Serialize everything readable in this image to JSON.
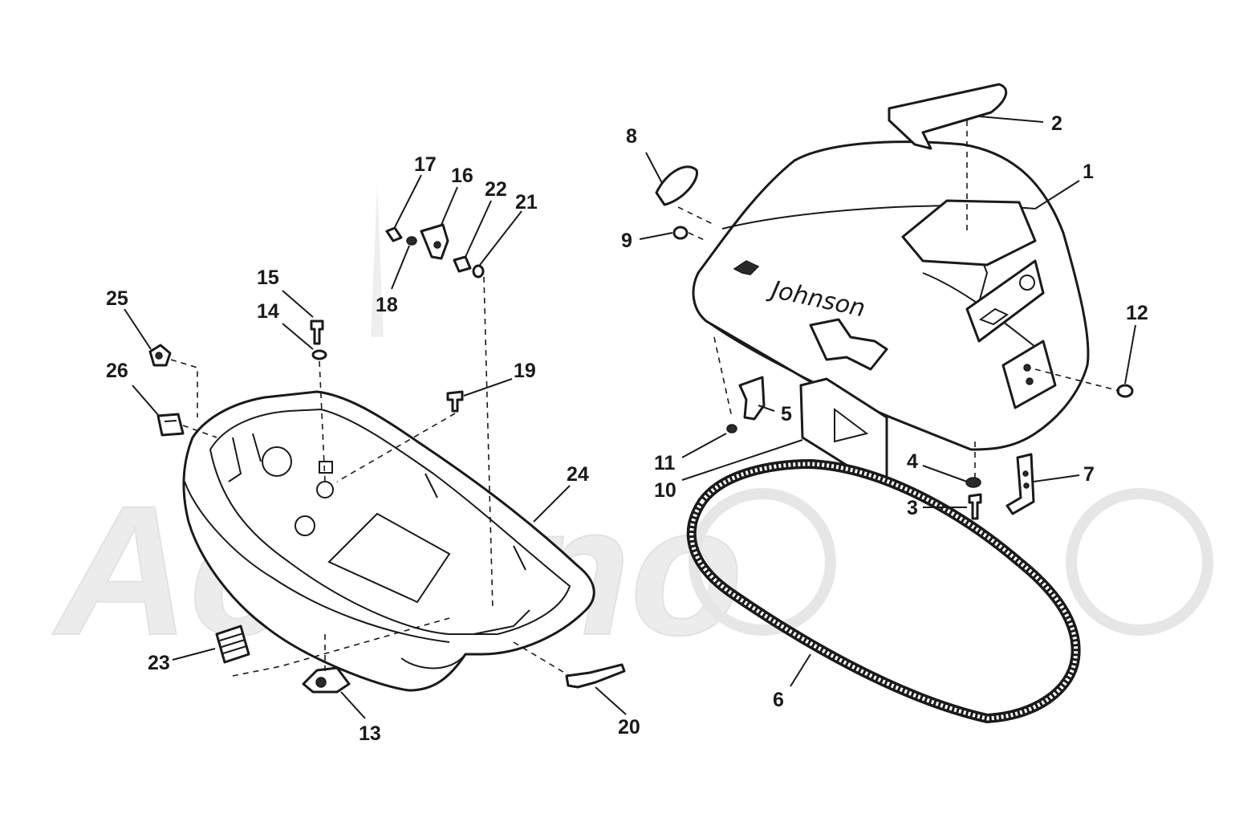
{
  "diagram": {
    "brand_label": "Johnson",
    "watermark": "Actinno",
    "callouts": {
      "p1": "1",
      "p2": "2",
      "p3": "3",
      "p4": "4",
      "p5": "5",
      "p6": "6",
      "p7": "7",
      "p8": "8",
      "p9": "9",
      "p10": "10",
      "p11": "11",
      "p12": "12",
      "p13": "13",
      "p14": "14",
      "p15": "15",
      "p16": "16",
      "p17": "17",
      "p18": "18",
      "p19": "19",
      "p20": "20",
      "p21": "21",
      "p22": "22",
      "p23": "23",
      "p24": "24",
      "p25": "25",
      "p26": "26"
    }
  }
}
